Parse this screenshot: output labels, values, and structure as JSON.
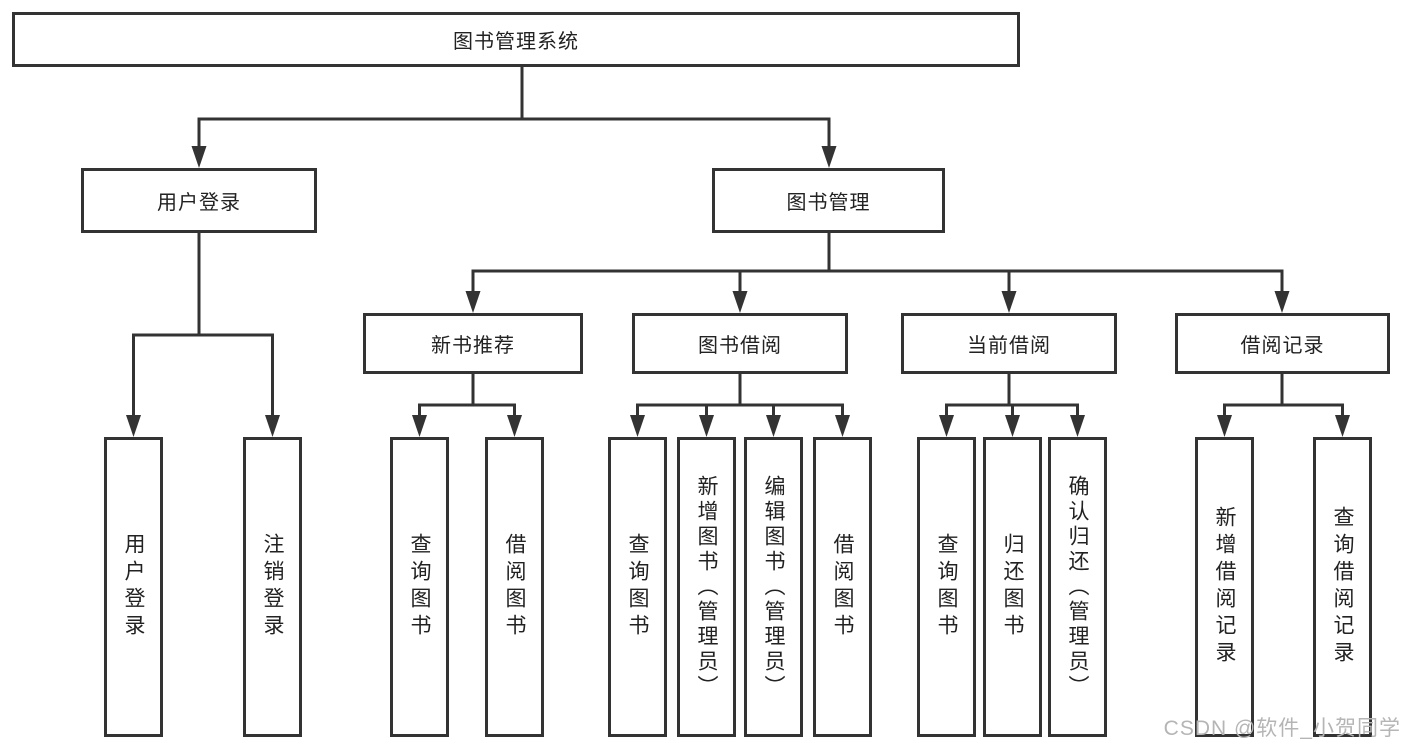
{
  "diagram": {
    "tree": {
      "label": "图书管理系统",
      "children": [
        {
          "label": "用户登录",
          "children": [
            {
              "label": "用户登录"
            },
            {
              "label": "注销登录"
            }
          ]
        },
        {
          "label": "图书管理",
          "children": [
            {
              "label": "新书推荐",
              "children": [
                {
                  "label": "查询图书"
                },
                {
                  "label": "借阅图书"
                }
              ]
            },
            {
              "label": "图书借阅",
              "children": [
                {
                  "label": "查询图书"
                },
                {
                  "label": "新增图书（管理员）"
                },
                {
                  "label": "编辑图书（管理员）"
                },
                {
                  "label": "借阅图书"
                }
              ]
            },
            {
              "label": "当前借阅",
              "children": [
                {
                  "label": "查询图书"
                },
                {
                  "label": "归还图书"
                },
                {
                  "label": "确认归还（管理员）"
                }
              ]
            },
            {
              "label": "借阅记录",
              "children": [
                {
                  "label": "新增借阅记录"
                },
                {
                  "label": "查询借阅记录"
                }
              ]
            }
          ]
        }
      ]
    },
    "colors": {
      "line": "#333333",
      "text": "#222222",
      "watermark": "#b5b5b5",
      "background": "#ffffff"
    }
  },
  "watermark": {
    "text": "CSDN @软件_小贺同学"
  }
}
